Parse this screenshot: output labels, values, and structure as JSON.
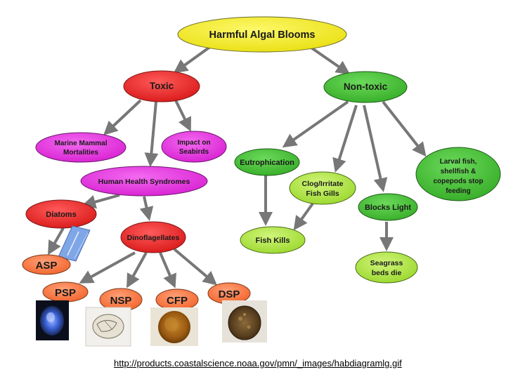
{
  "nodes": {
    "root": "Harmful Algal Blooms",
    "toxic": "Toxic",
    "nontoxic": "Non-toxic",
    "marine_line1": "Marine Mammal",
    "marine_line2": "Mortalities",
    "seabirds_line1": "Impact on",
    "seabirds_line2": "Seabirds",
    "human_health": "Human Health Syndromes",
    "diatoms": "Diatoms",
    "dinoflagellates": "Dinoflagellates",
    "asp": "ASP",
    "psp": "PSP",
    "nsp": "NSP",
    "cfp": "CFP",
    "dsp": "DSP",
    "eutrophication": "Eutrophication",
    "clog_line1": "Clog/Irritate",
    "clog_line2": "Fish Gills",
    "larval_line1": "Larval fish,",
    "larval_line2": "shellfish &",
    "larval_line3": "copepods stop",
    "larval_line4": "feeding",
    "blocks_light": "Blocks Light",
    "fish_kills": "Fish Kills",
    "seagrass_line1": "Seagrass",
    "seagrass_line2": "beds die"
  },
  "caption": "http://products.coastalscience.noaa.gov/pmn/_images/habdiagramlg.gif",
  "colors": {
    "root": "#f5ee2a",
    "toxic": "#ee2b2b",
    "magenta": "#e62ee0",
    "syndrome": "#ff7b45",
    "green": "#4cc43a",
    "lightgreen": "#b3e84a",
    "arrow": "#7a7a7a"
  }
}
